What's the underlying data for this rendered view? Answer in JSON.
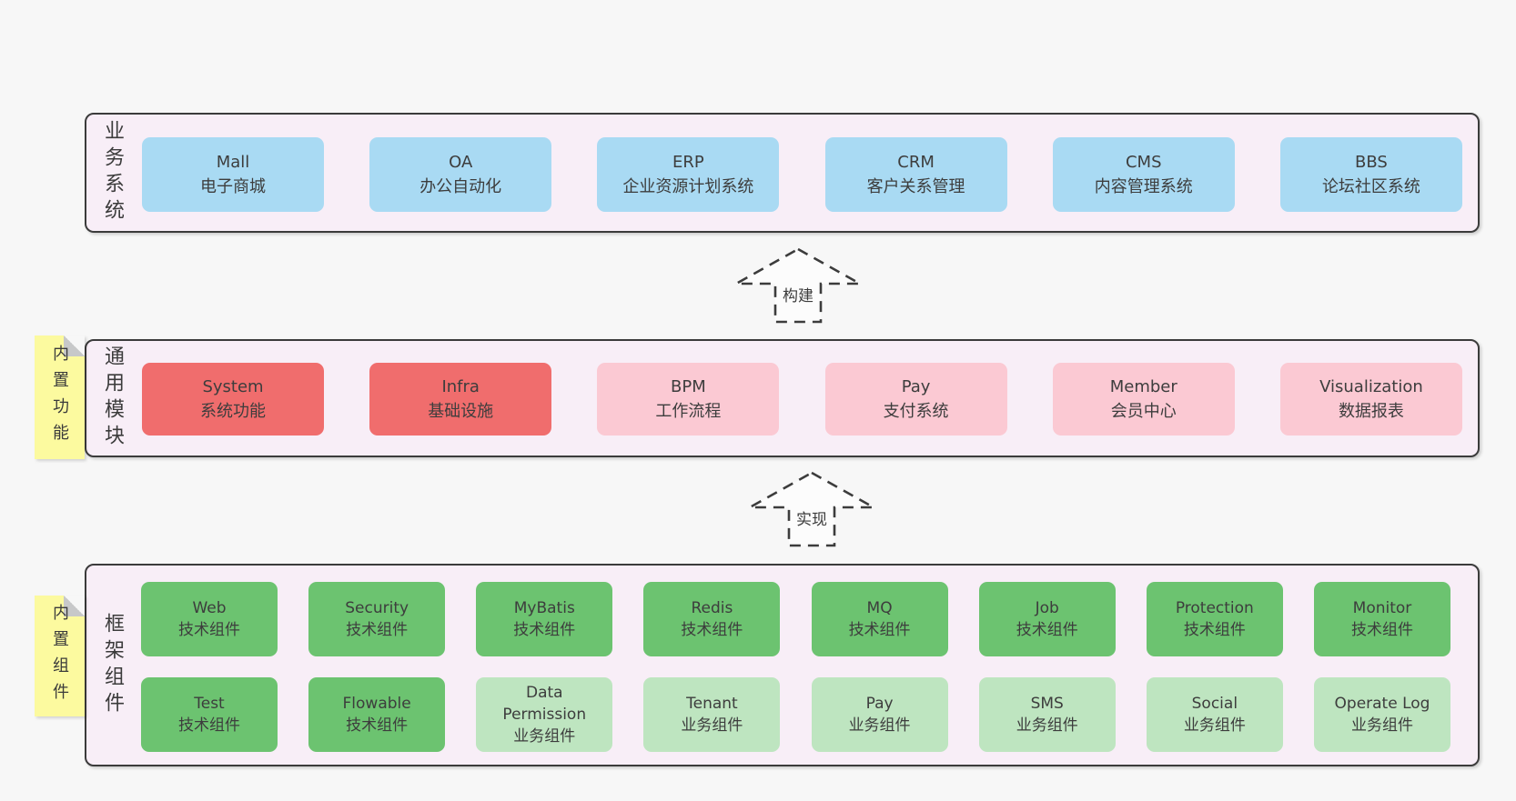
{
  "colors": {
    "page_bg": "#f7f7f7",
    "layer_bg": "#f8eef7",
    "layer_border": "#3b3b3b",
    "business_system_box": "#a9daf3",
    "core_module_box": "#f06d6d",
    "optional_module_box": "#fbc9d3",
    "tech_component_box": "#6cc370",
    "biz_component_box": "#bee5c0",
    "sticky_note": "#fcfa9f",
    "text": "#3d3d3d"
  },
  "layers": {
    "business": {
      "label": "业务系统",
      "boxes": [
        {
          "name": "Mall",
          "desc": "电子商城"
        },
        {
          "name": "OA",
          "desc": "办公自动化"
        },
        {
          "name": "ERP",
          "desc": "企业资源计划系统"
        },
        {
          "name": "CRM",
          "desc": "客户关系管理"
        },
        {
          "name": "CMS",
          "desc": "内容管理系统"
        },
        {
          "name": "BBS",
          "desc": "论坛社区系统"
        }
      ]
    },
    "modules": {
      "label": "通用模块",
      "sticky": "内置功能",
      "boxes": [
        {
          "name": "System",
          "desc": "系统功能"
        },
        {
          "name": "Infra",
          "desc": "基础设施"
        },
        {
          "name": "BPM",
          "desc": "工作流程"
        },
        {
          "name": "Pay",
          "desc": "支付系统"
        },
        {
          "name": "Member",
          "desc": "会员中心"
        },
        {
          "name": "Visualization",
          "desc": "数据报表"
        }
      ]
    },
    "components": {
      "label": "框架组件",
      "sticky": "内置组件",
      "row1": [
        {
          "name": "Web",
          "desc": "技术组件"
        },
        {
          "name": "Security",
          "desc": "技术组件"
        },
        {
          "name": "MyBatis",
          "desc": "技术组件"
        },
        {
          "name": "Redis",
          "desc": "技术组件"
        },
        {
          "name": "MQ",
          "desc": "技术组件"
        },
        {
          "name": "Job",
          "desc": "技术组件"
        },
        {
          "name": "Protection",
          "desc": "技术组件"
        },
        {
          "name": "Monitor",
          "desc": "技术组件"
        }
      ],
      "row2": [
        {
          "name": "Test",
          "desc": "技术组件"
        },
        {
          "name": "Flowable",
          "desc": "技术组件"
        },
        {
          "name": "Data Permission",
          "desc": "业务组件"
        },
        {
          "name": "Tenant",
          "desc": "业务组件"
        },
        {
          "name": "Pay",
          "desc": "业务组件"
        },
        {
          "name": "SMS",
          "desc": "业务组件"
        },
        {
          "name": "Social",
          "desc": "业务组件"
        },
        {
          "name": "Operate Log",
          "desc": "业务组件"
        }
      ]
    }
  },
  "arrows": [
    {
      "label": "构建"
    },
    {
      "label": "实现"
    }
  ]
}
